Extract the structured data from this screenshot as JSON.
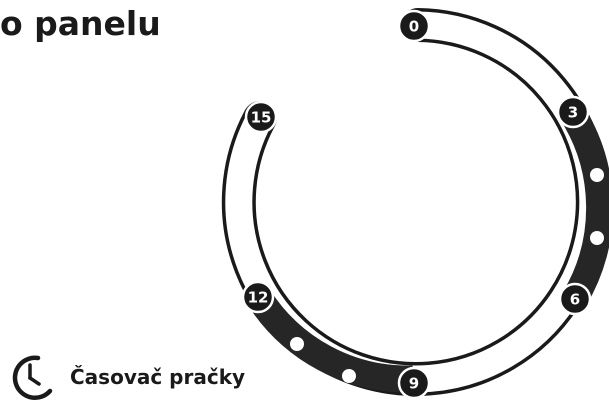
{
  "heading": "o panelu",
  "timer_dial": {
    "markers": [
      {
        "label": "0"
      },
      {
        "label": "3"
      },
      {
        "label": "6"
      },
      {
        "label": "9"
      },
      {
        "label": "12"
      },
      {
        "label": "15"
      }
    ],
    "colors": {
      "ring_outline": "#1a1a1a",
      "ring_fill": "#ffffff",
      "active_segment": "#262626",
      "marker_fill": "#1a1a1a",
      "dot_fill": "#ffffff"
    }
  },
  "footer": {
    "icon": "clock-icon",
    "label": "Časovač pračky"
  }
}
